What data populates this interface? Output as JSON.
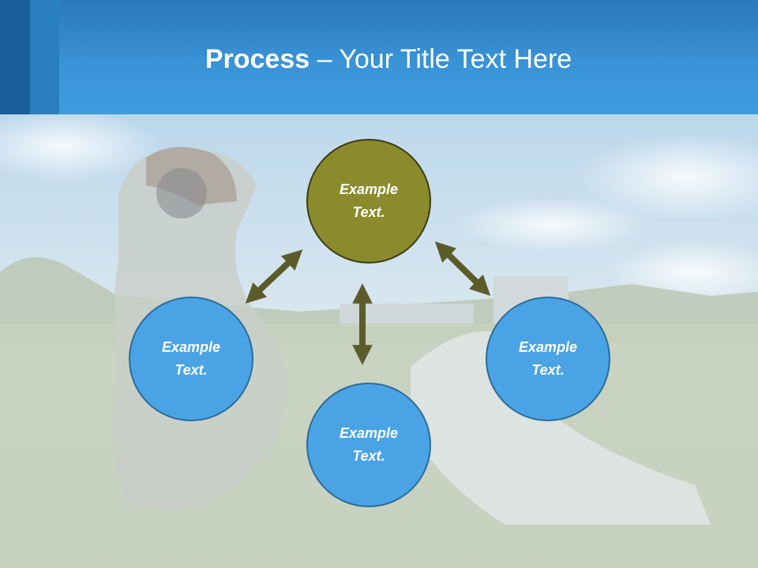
{
  "title": {
    "bold": "Process",
    "rest": " – Your Title Text Here"
  },
  "nodes": {
    "top": "Example Text.",
    "left": "Example Text.",
    "right": "Example Text.",
    "bottom": "Example Text."
  },
  "colors": {
    "header": "#3a93d6",
    "top_node": "#8b8b2d",
    "blue_node": "#4aa3e4",
    "arrow": "#5c5c2a"
  }
}
